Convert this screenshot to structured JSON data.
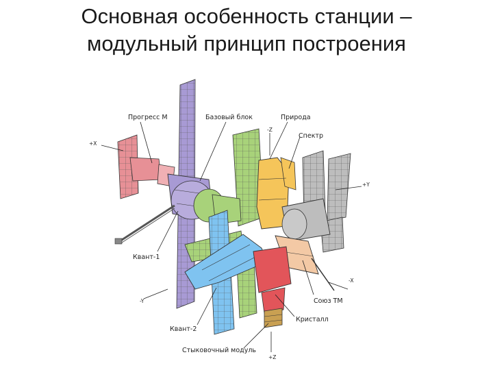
{
  "slide": {
    "title_line1": "Основная особенность станции –",
    "title_line2": "модульный принцип построения"
  },
  "diagram": {
    "labels": {
      "progress": "Прогресс М",
      "base_block": "Базовый блок",
      "priroda": "Природа",
      "spektr": "Спектр",
      "kvant1": "Квант-1",
      "kvant2": "Квант-2",
      "soyuz": "Союз ТМ",
      "kristall": "Кристалл",
      "docking": "Стыковочный модуль"
    },
    "axes": {
      "plus_x": "+X",
      "minus_x": "-X",
      "plus_y": "+Y",
      "minus_y": "-Y",
      "plus_z": "+Z",
      "minus_z": "-Z"
    },
    "colors": {
      "progress": "#e79096",
      "base_block": "#a89ad4",
      "priroda": "#f5c55a",
      "spektr": "#bdbdbd",
      "kvant1": "#a8d27a",
      "kvant2": "#7fc3f0",
      "soyuz": "#f3c9a5",
      "kristall": "#e2555a",
      "docking": "#c9a052"
    }
  }
}
